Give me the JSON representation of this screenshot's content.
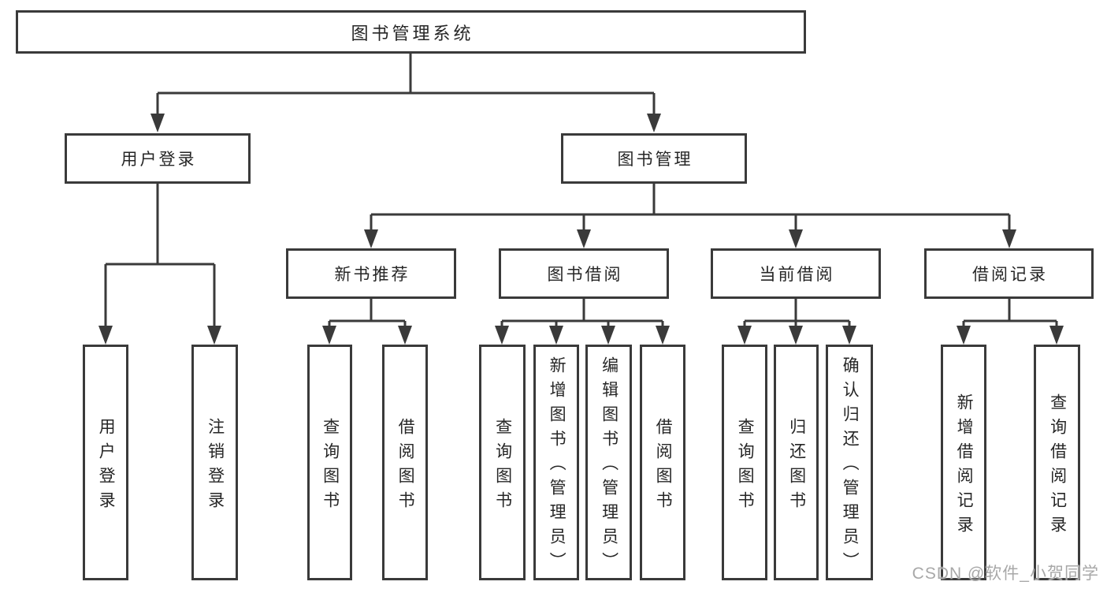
{
  "diagram_title": "图书管理系统",
  "tree": {
    "label": "图书管理系统",
    "children": [
      {
        "label": "用户登录",
        "children": [
          {
            "label": "用户登录"
          },
          {
            "label": "注销登录"
          }
        ]
      },
      {
        "label": "图书管理",
        "children": [
          {
            "label": "新书推荐",
            "children": [
              {
                "label": "查询图书"
              },
              {
                "label": "借阅图书"
              }
            ]
          },
          {
            "label": "图书借阅",
            "children": [
              {
                "label": "查询图书"
              },
              {
                "label": "新增图书（管理员）"
              },
              {
                "label": "编辑图书（管理员）"
              },
              {
                "label": "借阅图书"
              }
            ]
          },
          {
            "label": "当前借阅",
            "children": [
              {
                "label": "查询图书"
              },
              {
                "label": "归还图书"
              },
              {
                "label": "确认归还（管理员）"
              }
            ]
          },
          {
            "label": "借阅记录",
            "children": [
              {
                "label": "新增借阅记录"
              },
              {
                "label": "查询借阅记录"
              }
            ]
          }
        ]
      }
    ]
  },
  "watermark": {
    "text": "CSDN @软件_小贺同学"
  },
  "colors": {
    "line": "#3a3a3a",
    "text": "#262626",
    "background": "#ffffff",
    "watermark": "#a8a8a8"
  }
}
